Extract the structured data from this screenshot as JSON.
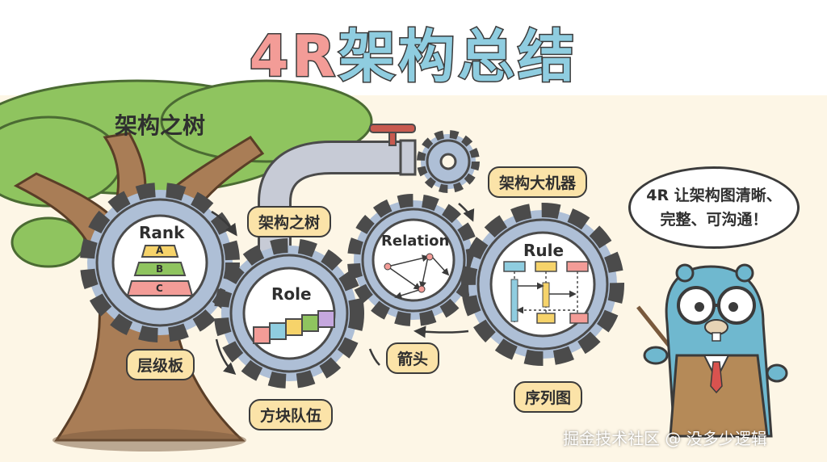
{
  "title": {
    "prefix": "4R",
    "main": "架构总结"
  },
  "tree_label": "架构之树",
  "tree_tag": "架构之树",
  "machine_tag": "架构大机器",
  "gears": {
    "rank": {
      "title": "Rank",
      "levels": [
        "A",
        "B",
        "C"
      ],
      "caption": "层级板"
    },
    "role": {
      "title": "Role",
      "caption": "方块队伍"
    },
    "relation": {
      "title": "Relation",
      "caption": "箭头"
    },
    "rule": {
      "title": "Rule",
      "caption": "序列图"
    }
  },
  "speech": {
    "line1": "4R 让架构图清晰、",
    "line2": "完整、可沟通！"
  },
  "watermark": "掘金技术社区 @ 没多少逻辑",
  "colors": {
    "gear": "#aebfd6",
    "gear_stroke": "#4b4b4b",
    "tree_trunk": "#a97d56",
    "leaves": "#8fc45f",
    "tag_fill": "#fbe3a8",
    "title_4r": "#f39c97",
    "title_zh": "#8fcde0",
    "mascot": "#6fb8cf"
  }
}
